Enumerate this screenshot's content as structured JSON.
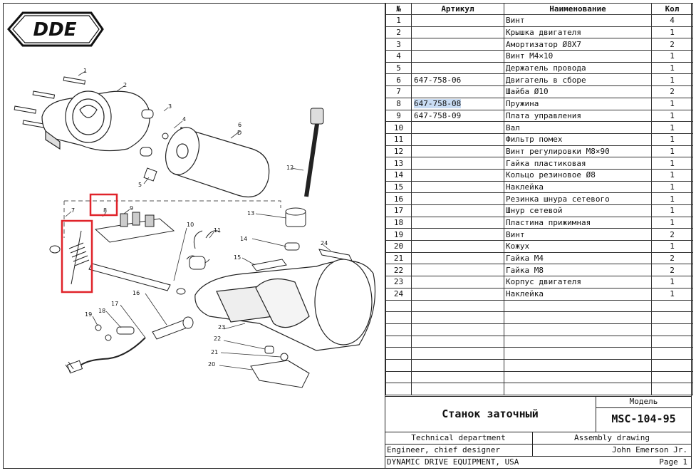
{
  "logo_text": "DDE",
  "table": {
    "headers": {
      "num": "№",
      "article": "Артикул",
      "name": "Наименование",
      "qty": "Кол"
    },
    "rows": [
      {
        "num": "1",
        "article": "",
        "name": "Винт",
        "qty": "4"
      },
      {
        "num": "2",
        "article": "",
        "name": "Крышка двигателя",
        "qty": "1"
      },
      {
        "num": "3",
        "article": "",
        "name": "Амортизатор Ø8Х7",
        "qty": "2"
      },
      {
        "num": "4",
        "article": "",
        "name": "Винт М4×10",
        "qty": "1"
      },
      {
        "num": "5",
        "article": "",
        "name": "Держатель провода",
        "qty": "1"
      },
      {
        "num": "6",
        "article": "647-758-06",
        "name": "Двигатель в сборе",
        "qty": "1"
      },
      {
        "num": "7",
        "article": "",
        "name": "Шайба Ø10",
        "qty": "2"
      },
      {
        "num": "8",
        "article": "647-758-08",
        "name": "Пружина",
        "qty": "1",
        "highlight": true
      },
      {
        "num": "9",
        "article": "647-758-09",
        "name": "Плата управления",
        "qty": "1"
      },
      {
        "num": "10",
        "article": "",
        "name": "Вал",
        "qty": "1"
      },
      {
        "num": "11",
        "article": "",
        "name": "Фильтр помех",
        "qty": "1"
      },
      {
        "num": "12",
        "article": "",
        "name": "Винт регулировки М8×90",
        "qty": "1"
      },
      {
        "num": "13",
        "article": "",
        "name": "Гайка пластиковая",
        "qty": "1"
      },
      {
        "num": "14",
        "article": "",
        "name": "Кольцо резиновое  Ø8",
        "qty": "1"
      },
      {
        "num": "15",
        "article": "",
        "name": "Наклейка",
        "qty": "1"
      },
      {
        "num": "16",
        "article": "",
        "name": "Резинка шнура сетевого",
        "qty": "1"
      },
      {
        "num": "17",
        "article": "",
        "name": "Шнур сетевой",
        "qty": "1"
      },
      {
        "num": "18",
        "article": "",
        "name": "Пластина прижимная",
        "qty": "1"
      },
      {
        "num": "19",
        "article": "",
        "name": "Винт",
        "qty": "2"
      },
      {
        "num": "20",
        "article": "",
        "name": "Кожух",
        "qty": "1"
      },
      {
        "num": "21",
        "article": "",
        "name": "Гайка М4",
        "qty": "2"
      },
      {
        "num": "22",
        "article": "",
        "name": "Гайка М8",
        "qty": "2"
      },
      {
        "num": "23",
        "article": "",
        "name": "Корпус двигателя",
        "qty": "1"
      },
      {
        "num": "24",
        "article": "",
        "name": "Наклейка",
        "qty": "1"
      }
    ],
    "empty_rows": 8
  },
  "title_block": {
    "product_name": "Станок заточный",
    "model_label": "Модель",
    "model": "MSC-104-95",
    "department": "Technical department",
    "drawing_type": "Assembly drawing",
    "role": "Engineer, chief designer",
    "person": "John Emerson Jr.",
    "company": "DYNAMIC DRIVE EQUIPMENT, USA",
    "page": "Page 1"
  },
  "callouts": [
    "1",
    "2",
    "3",
    "4",
    "5",
    "6",
    "7",
    "8",
    "9",
    "10",
    "11",
    "12",
    "13",
    "14",
    "15",
    "16",
    "17",
    "18",
    "19",
    "20",
    "21",
    "22",
    "23",
    "24"
  ],
  "motor_mark": "D",
  "colors": {
    "highlight_box": "#e0232a",
    "cell_highlight": "#c9dcf3"
  }
}
